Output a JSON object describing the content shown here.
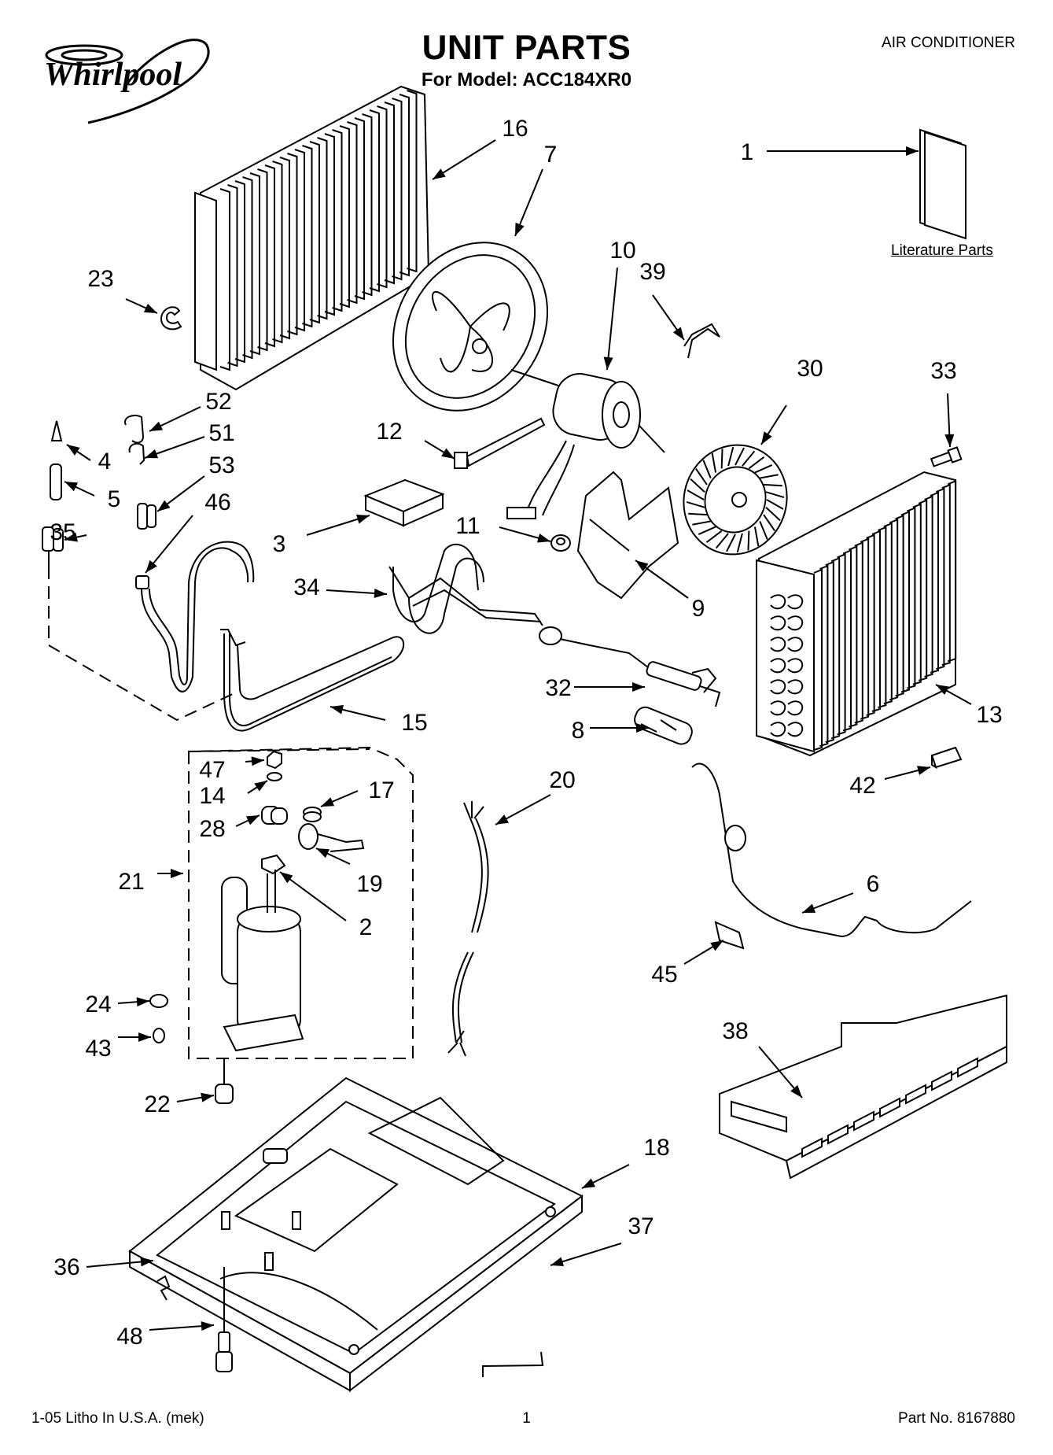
{
  "header": {
    "title": "UNIT PARTS",
    "model_line": "For Model: ACC184XR0",
    "category": "AIR CONDITIONER"
  },
  "brand": {
    "logo_text": "Whirlpool",
    "logo_icon": "whirlpool-logo-swirl"
  },
  "literature": {
    "label": "Literature Parts"
  },
  "callouts": [
    "1",
    "2",
    "3",
    "4",
    "5",
    "6",
    "7",
    "8",
    "9",
    "10",
    "11",
    "12",
    "13",
    "14",
    "15",
    "16",
    "17",
    "18",
    "19",
    "20",
    "21",
    "22",
    "23",
    "24",
    "28",
    "30",
    "32",
    "33",
    "34",
    "35",
    "36",
    "37",
    "38",
    "39",
    "42",
    "43",
    "45",
    "46",
    "47",
    "48",
    "51",
    "52",
    "53"
  ],
  "footer": {
    "left": "1-05 Litho In U.S.A. (mek)",
    "center": "1",
    "right": "Part No. 8167880"
  }
}
